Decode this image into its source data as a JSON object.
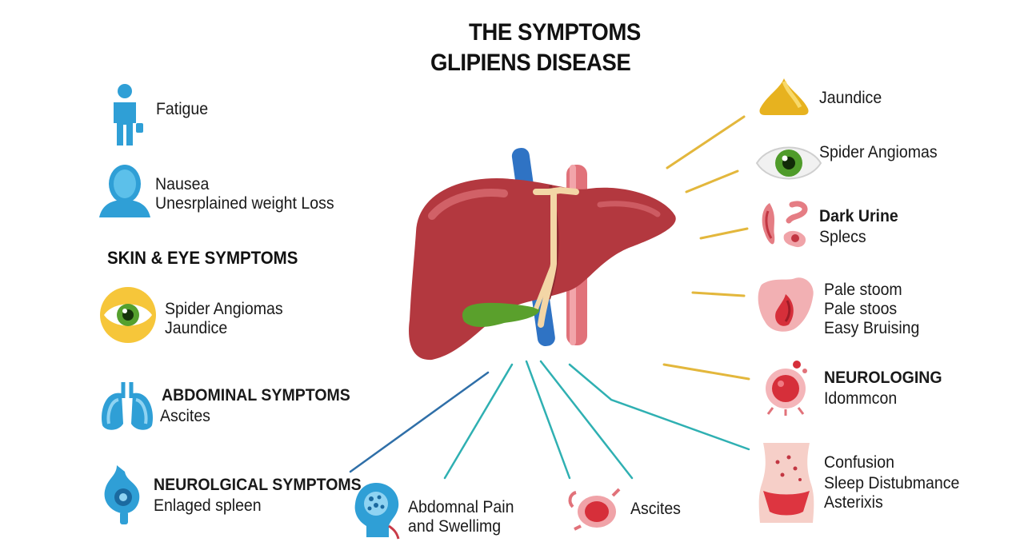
{
  "title": {
    "line1": "THE SYMPTOMS",
    "line2": "GLIPIENS DISEASE"
  },
  "left": {
    "fatigue": "Fatigue",
    "nausea": "Nausea",
    "weight_loss": "Unesrplained weight Loss",
    "skin_eye_heading": "SKIN & EYE SYMPTOMS",
    "spider_angiomas": "Spider Angiomas",
    "jaundice": "Jaundice",
    "abdominal_heading": "ABDOMINAL SYMPTOMS",
    "ascites": "Ascites",
    "neuro_heading": "NEUROLGICAL SYMPTOMS",
    "enlarged_spleen": "Enlaged spleen"
  },
  "bottom": {
    "abdominal_pain_1": "Abdomnal Pain",
    "abdominal_pain_2": "and Swellimg",
    "ascites": "Ascites"
  },
  "right": {
    "jaundice": "Jaundice",
    "spider_angiomas": "Spider Angiomas",
    "dark_urine": "Dark Urine",
    "splecs": "Splecs",
    "pale_stoom": "Pale stoom",
    "pale_stoos": "Pale stoos",
    "easy_bruising": "Easy Bruising",
    "neurologing": "NEUROLOGING",
    "idommcon": "Idommcon",
    "confusion": "Confusion",
    "sleep": "Sleep Distubmance",
    "asterixis": "Asterixis"
  },
  "colors": {
    "liver": "#b3383f",
    "liver_dark": "#8e2a31",
    "vein_blue": "#2f73c4",
    "artery_red": "#e1727a",
    "gallbladder": "#5aa02c",
    "icon_blue": "#2f9fd6",
    "line_yellow": "#e3b73c",
    "line_teal": "#2fb0b2",
    "eye_yellow": "#f6c63a"
  },
  "icons": [
    "person-icon",
    "head-icon",
    "eye-icon",
    "lungs-icon",
    "ear-icon",
    "brain-icon",
    "stomach-icon",
    "jaundice-icon",
    "eye-icon",
    "kidney-icon",
    "skin-icon",
    "blood-icon",
    "torso-icon",
    "liver-icon"
  ]
}
